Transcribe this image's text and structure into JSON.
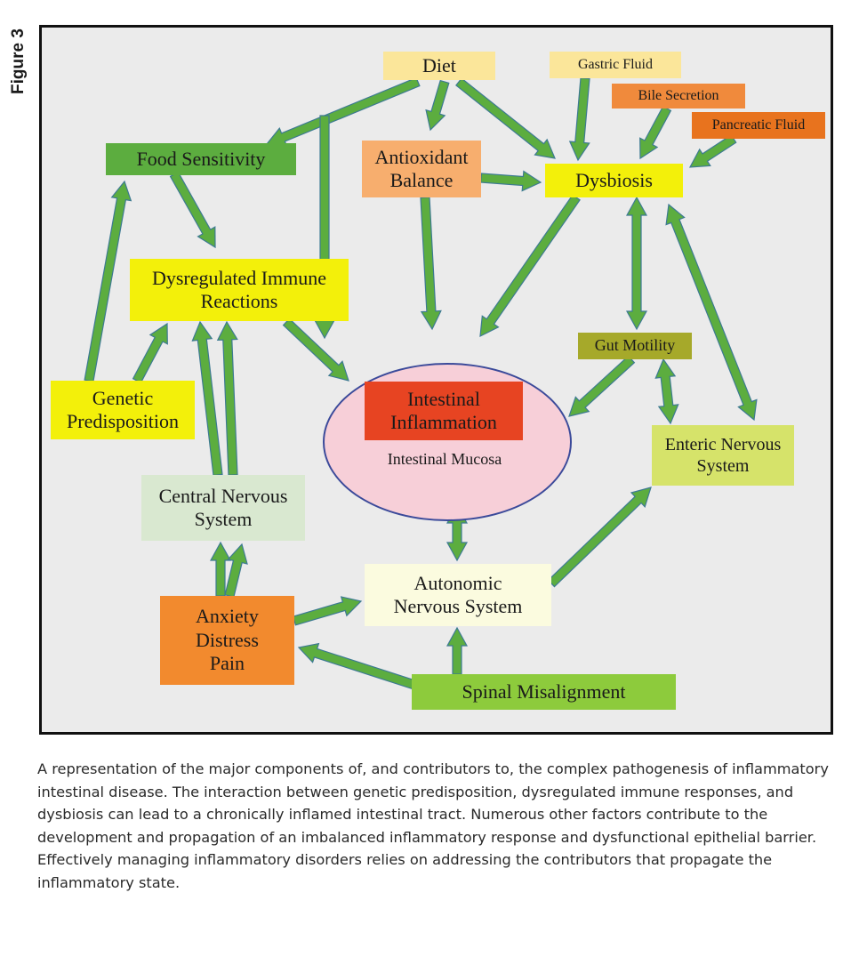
{
  "figure_label": "Figure 3",
  "nodes": {
    "diet": "Diet",
    "gastric_fluid": "Gastric Fluid",
    "bile_secretion": "Bile Secretion",
    "pancreatic_fluid": "Pancreatic Fluid",
    "food_sensitivity": "Food Sensitivity",
    "antioxidant_balance": "Antioxidant\nBalance",
    "dysbiosis": "Dysbiosis",
    "dysregulated_immune": "Dysregulated Immune\nReactions",
    "gut_motility": "Gut Motility",
    "genetic_predisposition": "Genetic\nPredisposition",
    "intestinal_inflammation": "Intestinal\nInflammation",
    "intestinal_mucosa": "Intestinal Mucosa",
    "enteric_nervous_system": "Enteric Nervous\nSystem",
    "central_nervous_system": "Central Nervous\nSystem",
    "autonomic_nervous_system": "Autonomic\nNervous System",
    "anxiety_distress_pain": "Anxiety\nDistress\nPain",
    "spinal_misalignment": "Spinal Misalignment"
  },
  "colors": {
    "arrow_fill": "#5cad3f",
    "arrow_stroke": "#3d7a92",
    "diet": "#fbe69a",
    "gastric_fluid": "#fbe69a",
    "bile_secretion": "#f08a3c",
    "pancreatic_fluid": "#e8731e",
    "food_sensitivity": "#5cad3f",
    "antioxidant_balance": "#f7ae6e",
    "dysbiosis": "#f3f00a",
    "dysregulated_immune": "#f3f00a",
    "gut_motility": "#a6a92a",
    "genetic_predisposition": "#f3f00a",
    "intestinal_inflammation": "#e74422",
    "enteric_nervous_system": "#d6e36a",
    "central_nervous_system": "#d9e8d0",
    "autonomic_nervous_system": "#fbfbdf",
    "anxiety_distress_pain": "#f28a2e",
    "spinal_misalignment": "#8dcb3c"
  },
  "caption": "A representation of the major components of, and contributors to, the complex pathogenesis of inflammatory intestinal disease. The interaction between genetic predisposition, dysregulated immune responses, and dysbiosis can lead to a chronically inflamed intestinal tract. Numerous other factors contribute to the development and propagation of an imbalanced inflammatory response and dysfunctional epithelial barrier. Effectively managing inflammatory disorders relies on addressing the contributors that propagate the inflammatory state."
}
